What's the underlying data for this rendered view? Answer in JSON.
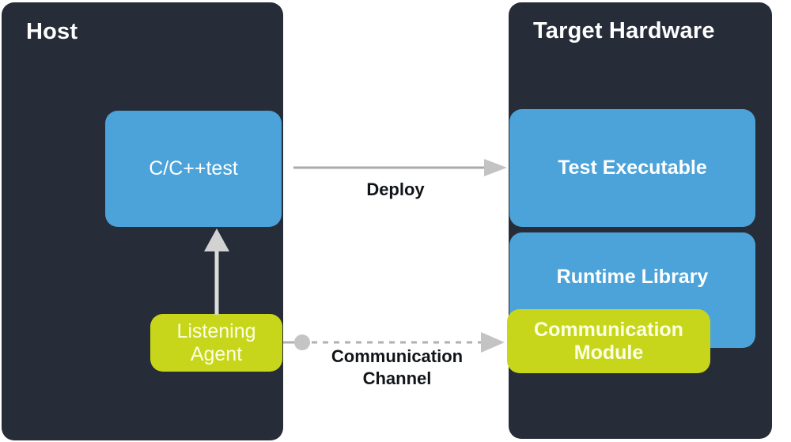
{
  "diagram": {
    "title": "Host and Target Hardware test deployment diagram",
    "panels": [
      {
        "id": "host",
        "label": "Host"
      },
      {
        "id": "target",
        "label": "Target Hardware"
      }
    ],
    "nodes": [
      {
        "id": "cctest",
        "label": "C/C++test",
        "color": "#4ba3d9",
        "parent": "host"
      },
      {
        "id": "listening-agent",
        "label": "Listening\nAgent",
        "color": "#c8d61b",
        "parent": "host"
      },
      {
        "id": "test-executable",
        "label": "Test\nExecutable",
        "color": "#4ba3d9",
        "parent": "target"
      },
      {
        "id": "runtime-library",
        "label": "Runtime Library",
        "color": "#4ba3d9",
        "parent": "target"
      },
      {
        "id": "communication-module",
        "label": "Communication\nModule",
        "color": "#c8d61b",
        "parent": "target"
      }
    ],
    "edges": [
      {
        "id": "deploy",
        "label": "Deploy",
        "from": "cctest",
        "to": "test-executable",
        "style": "solid",
        "arrow": "right",
        "color": "#aaaaaa"
      },
      {
        "id": "communication-channel",
        "label": "Communication\nChannel",
        "from": "communication-module",
        "to": "listening-agent",
        "style": "dashed",
        "arrow": "left",
        "source_marker": "circle",
        "color": "#b0b0b0"
      },
      {
        "id": "agent-to-cctest",
        "label": "",
        "from": "listening-agent",
        "to": "cctest",
        "style": "solid",
        "arrow": "up",
        "color": "#d2d2d2"
      }
    ],
    "colors": {
      "panel_background": "#262c38",
      "blue_box": "#4ba3d9",
      "green_box": "#c8d61b",
      "canvas": "#ffffff",
      "connector_gray": "#aaaaaa",
      "label_text": "#111418",
      "panel_title_text": "#ffffff"
    }
  }
}
